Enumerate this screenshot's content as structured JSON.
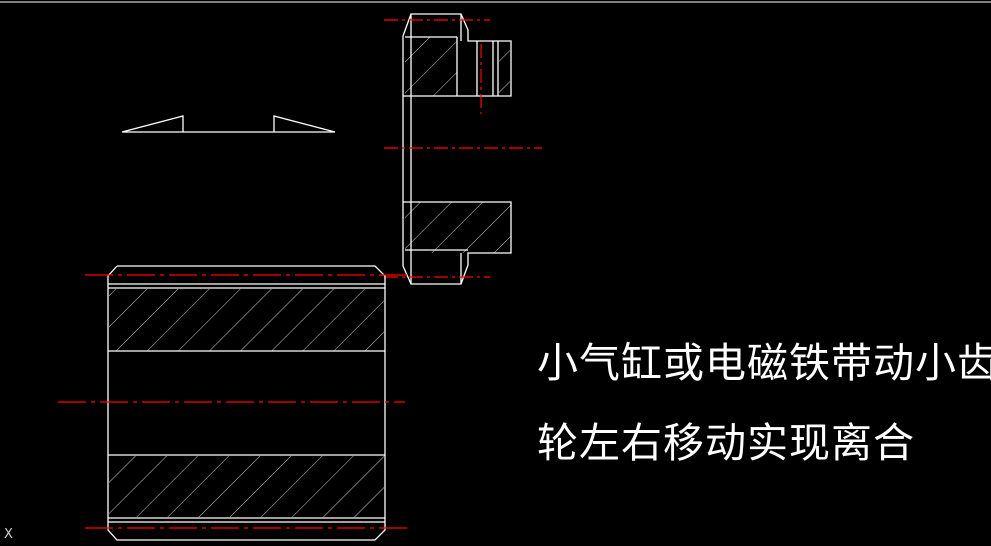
{
  "annotation": {
    "line1": "小气缸或电磁铁带动小齿",
    "line2": "轮左右移动实现离合"
  },
  "ucs_label": "X",
  "colors": {
    "background": "#000000",
    "geometry": "#ffffff",
    "centerline": "#ff0000"
  }
}
